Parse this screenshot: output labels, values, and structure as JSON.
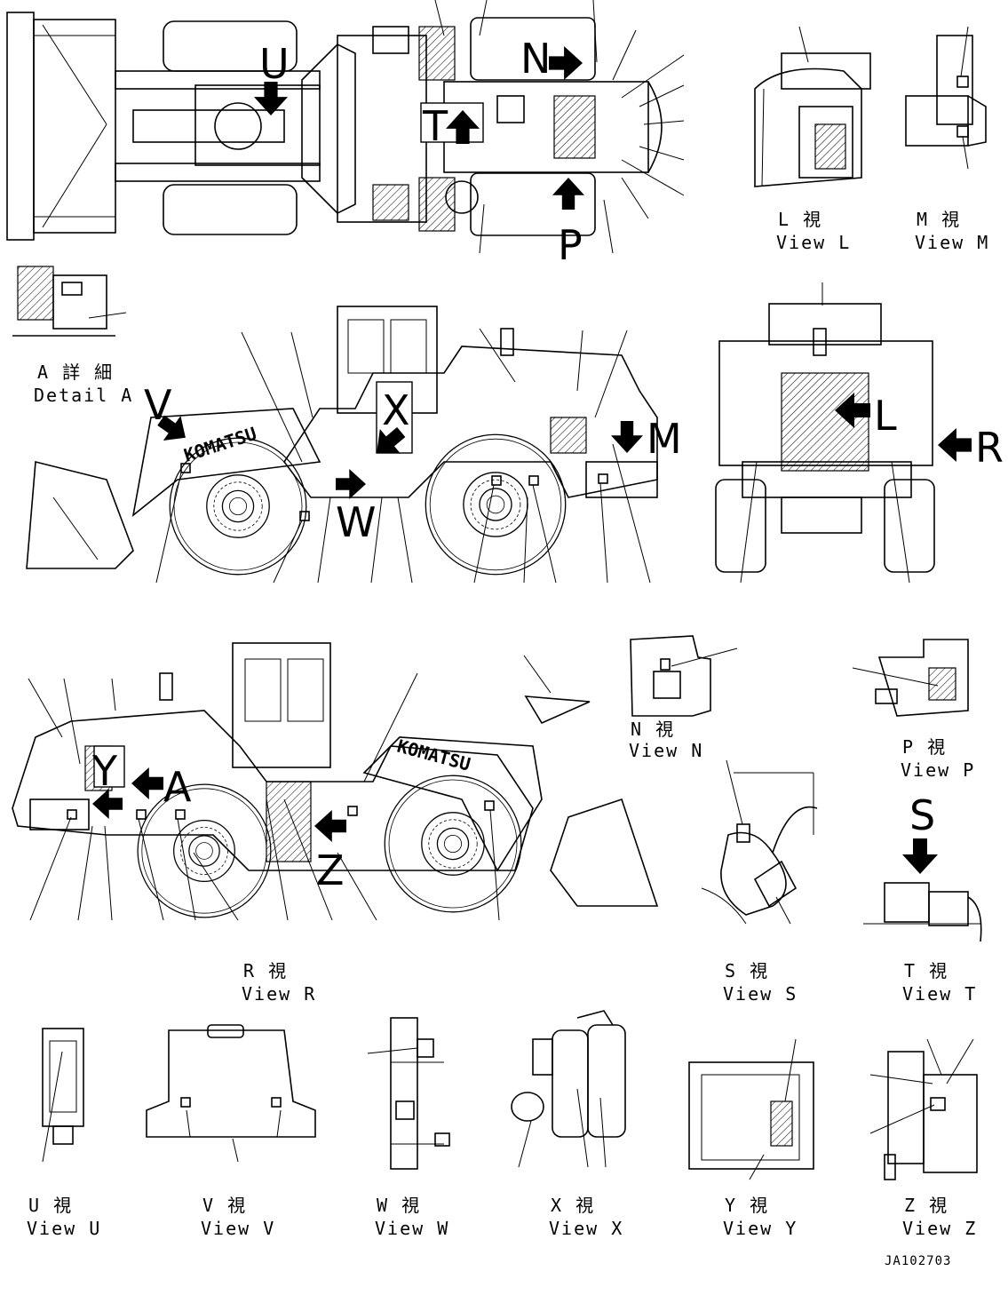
{
  "figure_code": "JA102703",
  "view_labels": [
    {
      "id": "L",
      "jp": "L 視",
      "en": "View L"
    },
    {
      "id": "M",
      "jp": "M 視",
      "en": "View M"
    },
    {
      "id": "A",
      "jp": "A 詳 細",
      "en": "Detail A"
    },
    {
      "id": "N",
      "jp": "N 視",
      "en": "View N"
    },
    {
      "id": "P",
      "jp": "P 視",
      "en": "View P"
    },
    {
      "id": "R",
      "jp": "R 視",
      "en": "View R"
    },
    {
      "id": "S",
      "jp": "S 視",
      "en": "View S"
    },
    {
      "id": "T",
      "jp": "T 視",
      "en": "View T"
    },
    {
      "id": "U",
      "jp": "U 視",
      "en": "View U"
    },
    {
      "id": "V",
      "jp": "V 視",
      "en": "View V"
    },
    {
      "id": "W",
      "jp": "W 視",
      "en": "View W"
    },
    {
      "id": "X",
      "jp": "X 視",
      "en": "View X"
    },
    {
      "id": "Y",
      "jp": "Y 視",
      "en": "View Y"
    },
    {
      "id": "Z",
      "jp": "Z 視",
      "en": "View Z"
    }
  ],
  "view_letters": {
    "U": "U",
    "N": "N",
    "T": "T",
    "P": "P",
    "V": "V",
    "X": "X",
    "M": "M",
    "W": "W",
    "L": "L",
    "R": "R",
    "Y": "Y",
    "A": "A",
    "Z": "Z",
    "S": "S"
  },
  "brand_text": "KOMATSU",
  "icons": [
    "view-arrow-icon",
    "label-position-marker"
  ]
}
